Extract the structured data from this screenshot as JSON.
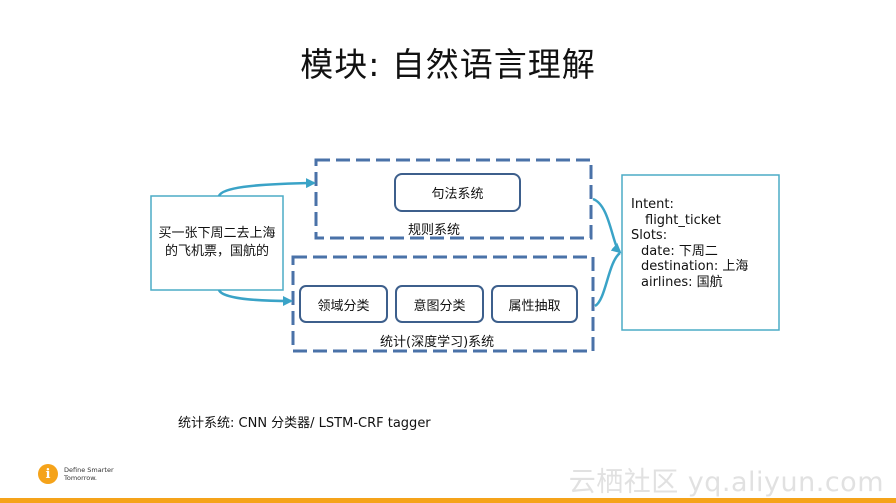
{
  "title": "模块: 自然语言理解",
  "input": {
    "line1": "买一张下周二去上海",
    "line2": "的飞机票，国航的"
  },
  "rule_system": {
    "label": "规则系统",
    "syntax_label": "句法系统"
  },
  "stat_system": {
    "label": "统计(深度学习)系统",
    "modules": [
      {
        "label": "领域分类"
      },
      {
        "label": "意图分类"
      },
      {
        "label": "属性抽取"
      }
    ]
  },
  "output": {
    "intent_key": "Intent:",
    "intent_value": "flight_ticket",
    "slots_key": "Slots:",
    "slots": [
      {
        "text": "date: 下周二"
      },
      {
        "text": "destination: 上海"
      },
      {
        "text": "airlines: 国航"
      }
    ]
  },
  "caption": "统计系统: CNN 分类器/ LSTM-CRF tagger",
  "logo": {
    "line1": "Define Smarter",
    "line2": "Tomorrow."
  },
  "watermark": "云栖社区 yq.aliyun.com",
  "colors": {
    "box_border": "#4bacc6",
    "dashed_border": "#4a72a8",
    "inner_border": "#3d5f8c",
    "arrow": "#3aa3c7",
    "accent": "#f5a31a"
  }
}
